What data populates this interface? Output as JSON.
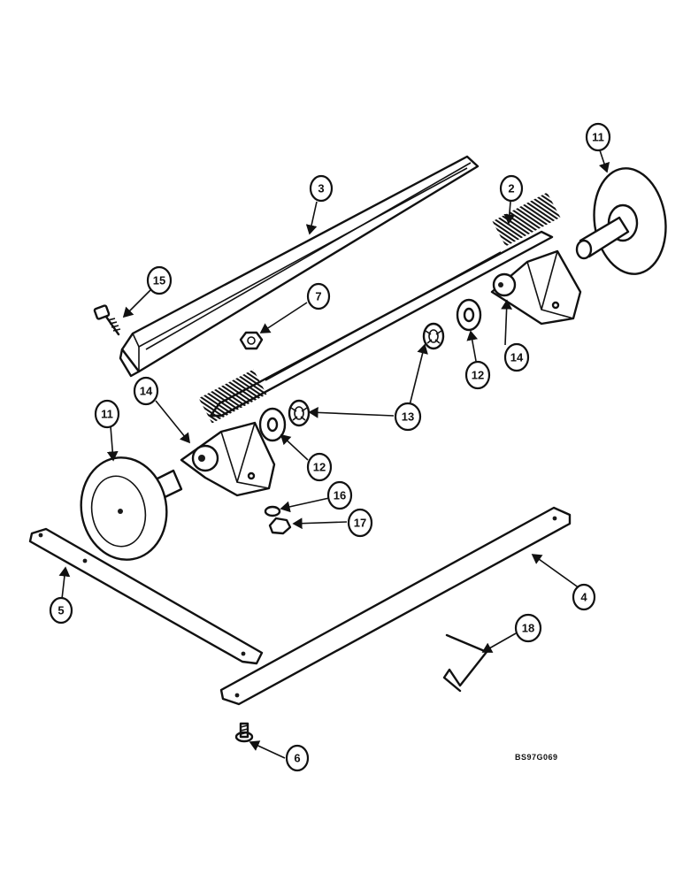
{
  "figure_code": "BS97G069",
  "callouts": [
    {
      "id": "c3",
      "label": "3"
    },
    {
      "id": "c2",
      "label": "2"
    },
    {
      "id": "c11a",
      "label": "11"
    },
    {
      "id": "c15",
      "label": "15"
    },
    {
      "id": "c7",
      "label": "7"
    },
    {
      "id": "c14a",
      "label": "14"
    },
    {
      "id": "c12a",
      "label": "12"
    },
    {
      "id": "c14b",
      "label": "14"
    },
    {
      "id": "c13",
      "label": "13"
    },
    {
      "id": "c11b",
      "label": "11"
    },
    {
      "id": "c12b",
      "label": "12"
    },
    {
      "id": "c16",
      "label": "16"
    },
    {
      "id": "c17",
      "label": "17"
    },
    {
      "id": "c4",
      "label": "4"
    },
    {
      "id": "c5",
      "label": "5"
    },
    {
      "id": "c18",
      "label": "18"
    },
    {
      "id": "c6",
      "label": "6"
    }
  ]
}
